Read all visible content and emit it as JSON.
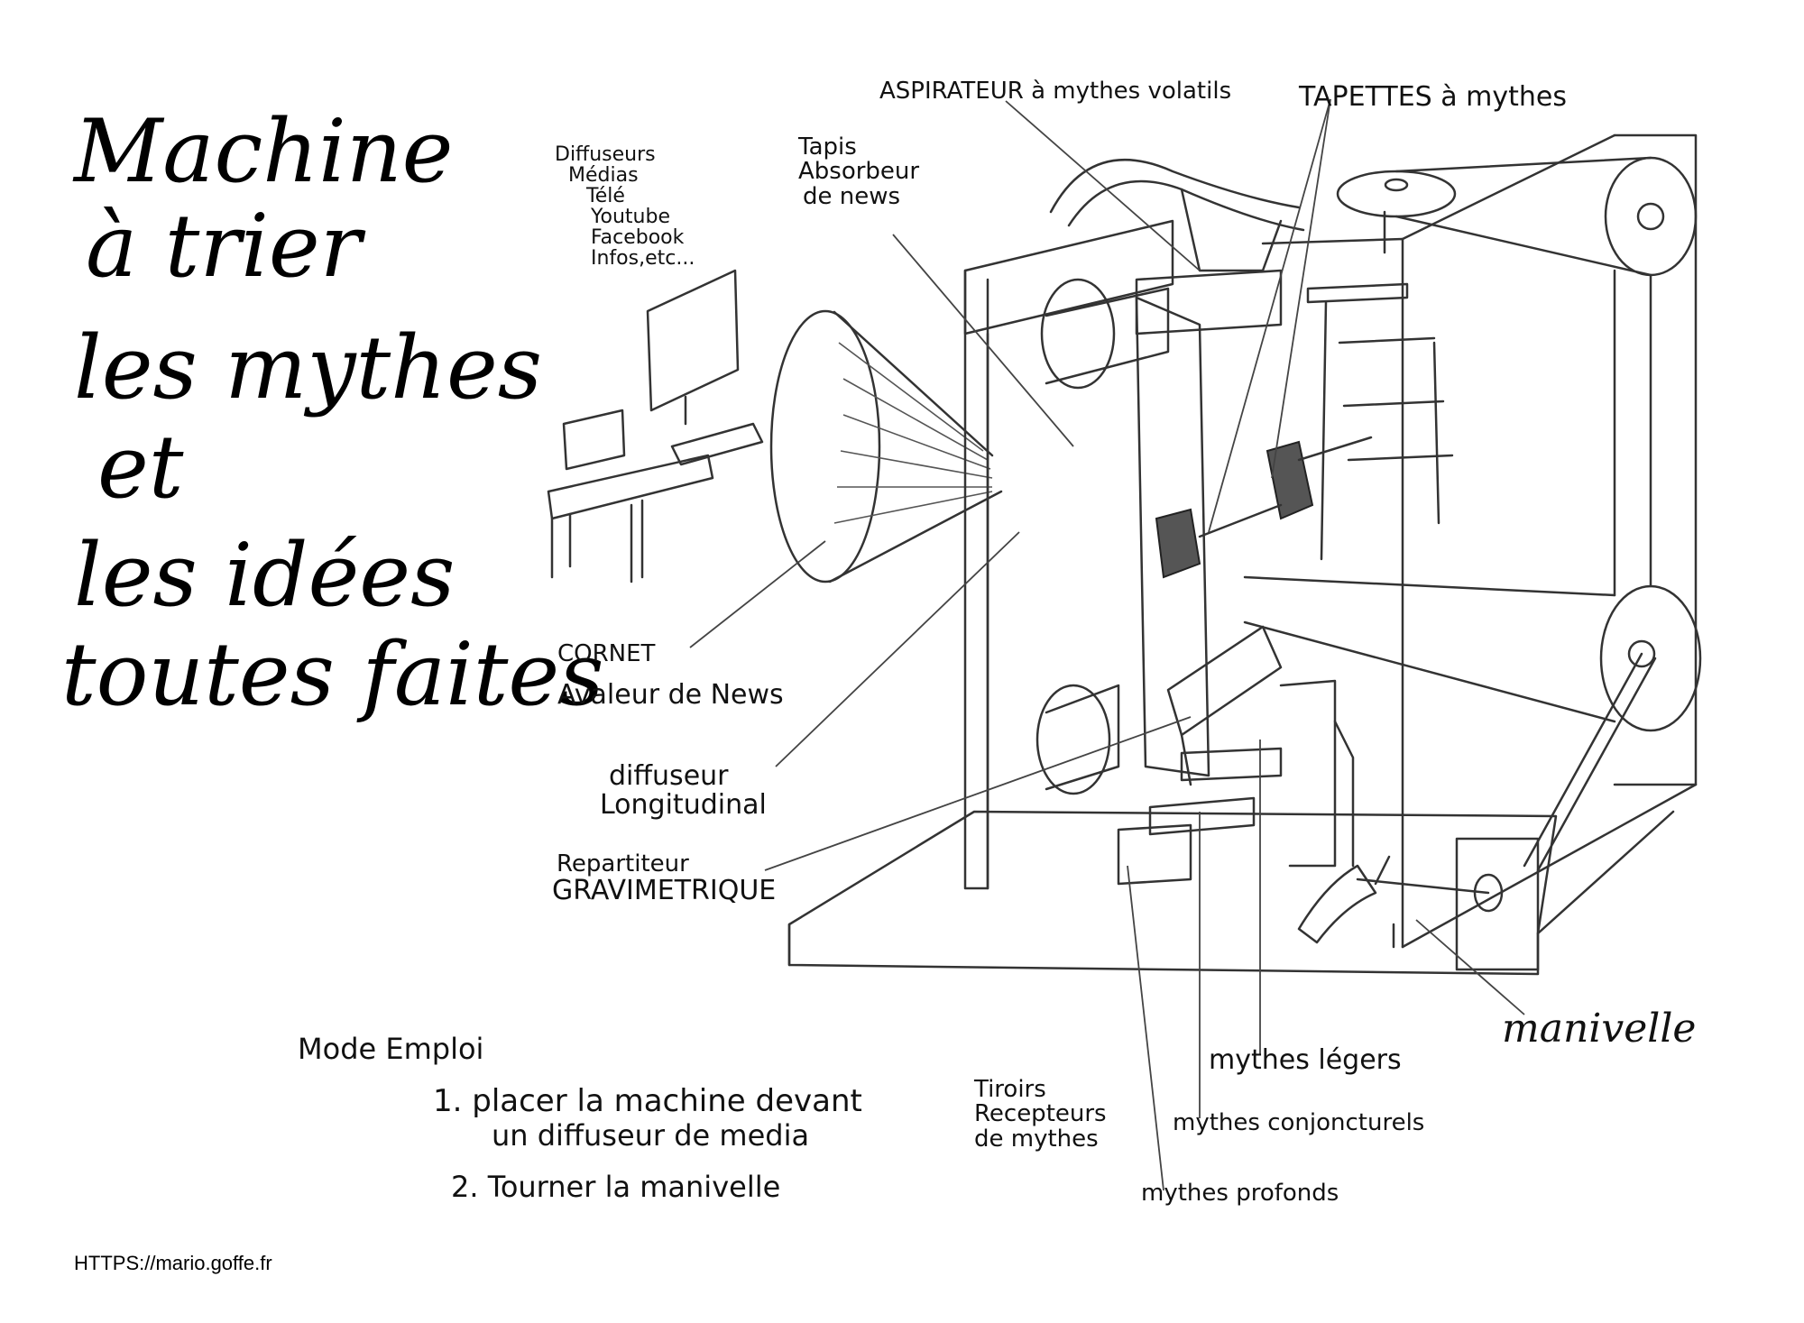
{
  "title": {
    "line1": "Machine",
    "line2": "à trier",
    "line3": "les mythes",
    "line4": "et",
    "line5": "les idées",
    "line6": "toutes faites"
  },
  "labels": {
    "diffuseurs": [
      "Diffuseurs",
      "Médias",
      "Télé",
      "Youtube",
      "Facebook",
      "Infos,etc..."
    ],
    "aspirateur": "ASPIRATEUR à mythes volatils",
    "tapettes": "TAPETTES à mythes",
    "tapis": [
      "Tapis",
      "Absorbeur",
      "de news"
    ],
    "cornet": "CORNET",
    "avaleur": "Avaleur de News",
    "diffuseur_long": [
      "diffuseur",
      "Longitudinal"
    ],
    "repartiteur": [
      "Repartiteur",
      "GRAVIMETRIQUE"
    ],
    "manivelle": "manivelle",
    "tiroirs": [
      "Tiroirs",
      "Recepteurs",
      "de mythes"
    ],
    "mythes_legers": "mythes légers",
    "mythes_conjoncturels": "mythes conjoncturels",
    "mythes_profonds": "mythes profonds"
  },
  "mode_emploi": {
    "heading": "Mode Emploi",
    "step1a": "1. placer la machine devant",
    "step1b": "un diffuseur de media",
    "step2": "2. Tourner la manivelle"
  },
  "credit": "HTTPS://mario.goffe.fr"
}
